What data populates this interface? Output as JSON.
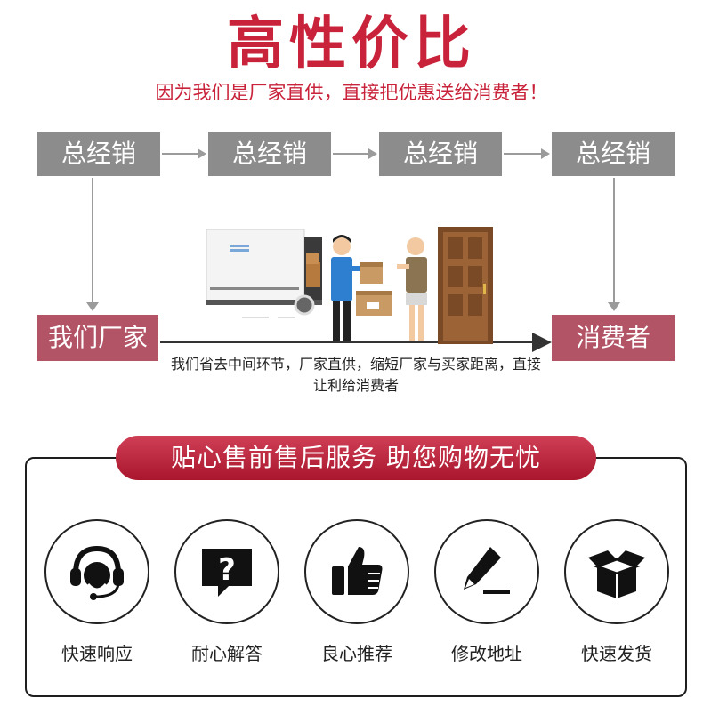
{
  "header": {
    "title": "高性价比",
    "subtitle": "因为我们是厂家直供，直接把优惠送给消费者！"
  },
  "flow": {
    "distributors": [
      "总经销",
      "总经销",
      "总经销",
      "总经销"
    ],
    "factory": "我们厂家",
    "consumer": "消费者",
    "description": "我们省去中间环节，厂家直供，缩短厂家与买家距离，直接让利给消费者"
  },
  "service": {
    "banner": "贴心售前售后服务 助您购物无忧",
    "items": [
      {
        "label": "快速响应",
        "icon": "headset-icon"
      },
      {
        "label": "耐心解答",
        "icon": "question-bubble-icon"
      },
      {
        "label": "良心推荐",
        "icon": "thumbs-up-icon"
      },
      {
        "label": "修改地址",
        "icon": "pencil-edit-icon"
      },
      {
        "label": "快速发货",
        "icon": "open-box-icon"
      }
    ]
  },
  "colors": {
    "accent": "#c8233b",
    "gray_box": "#8c8c8c",
    "pink_box": "#b35466"
  }
}
